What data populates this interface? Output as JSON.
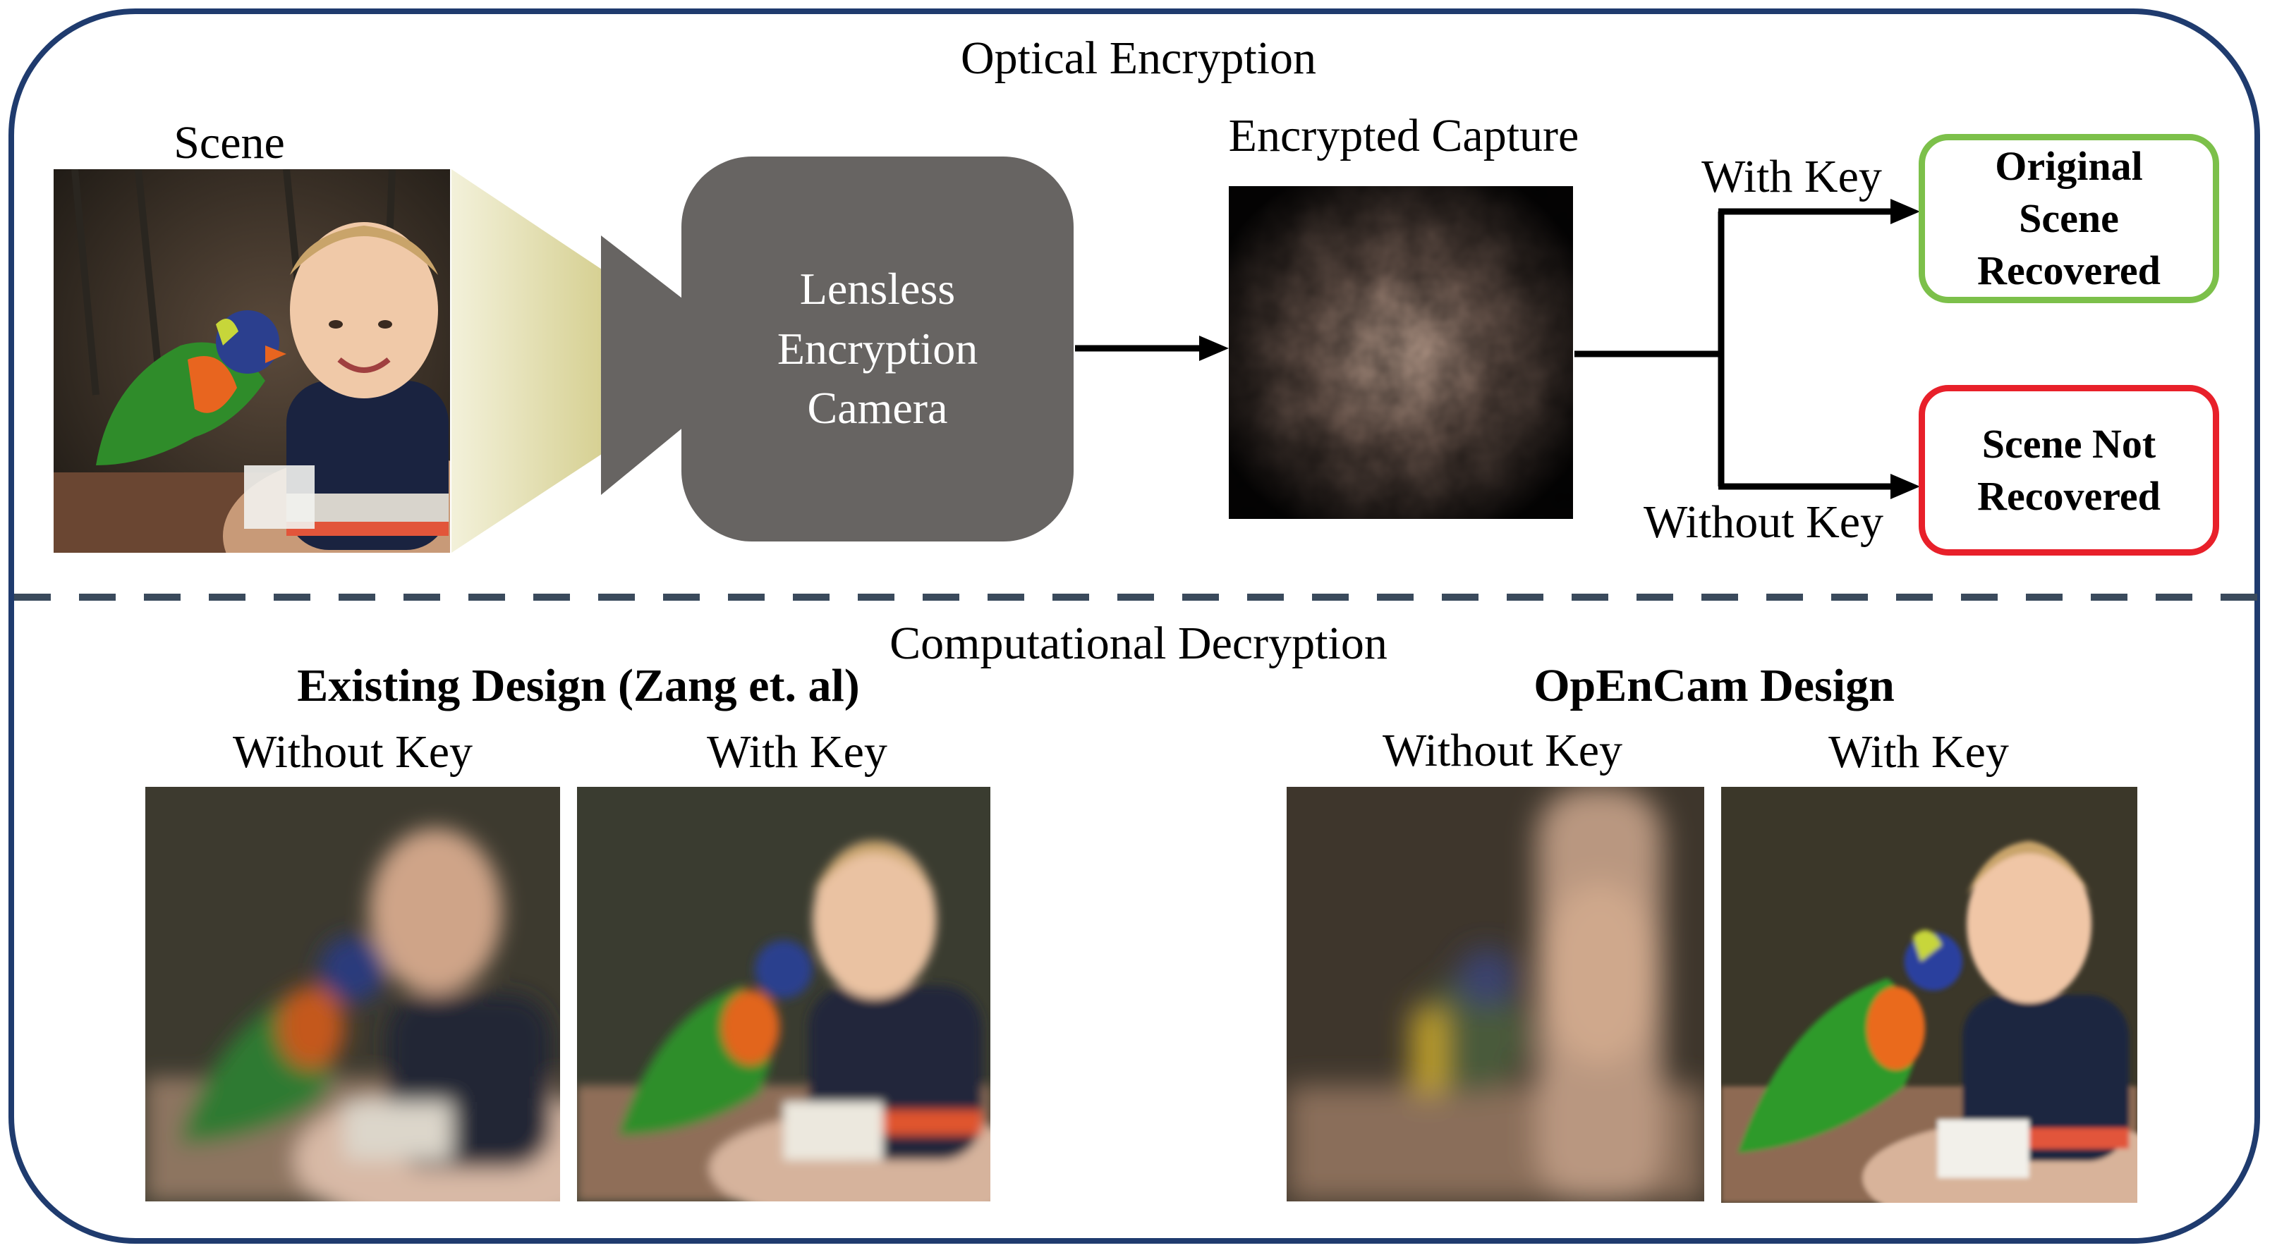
{
  "top_section": {
    "title": "Optical Encryption",
    "scene_label": "Scene",
    "camera_lines": [
      "Lensless",
      "Encryption",
      "Camera"
    ],
    "capture_label": "Encrypted Capture",
    "with_key_label": "With Key",
    "without_key_label": "Without Key",
    "outcome_recovered": [
      "Original",
      "Scene",
      "Recovered"
    ],
    "outcome_not_recovered": [
      "Scene Not",
      "Recovered"
    ]
  },
  "bottom_section": {
    "title": "Computational Decryption",
    "existing": {
      "heading": "Existing Design (Zang et. al)",
      "without_key_label": "Without Key",
      "with_key_label": "With Key"
    },
    "opencam": {
      "heading": "OpEnCam Design",
      "without_key_label": "Without Key",
      "with_key_label": "With Key"
    }
  },
  "colors": {
    "frame": "#1f3b6e",
    "camera_body": "#676462",
    "recovered_border": "#7cc04a",
    "not_recovered_border": "#e8202a",
    "light_cone": "#e6e3b4"
  }
}
